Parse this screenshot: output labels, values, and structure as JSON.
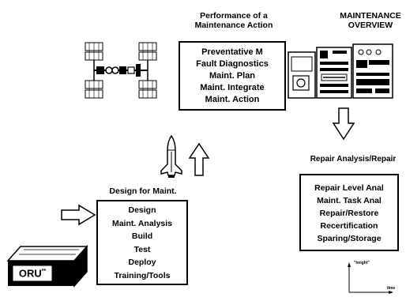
{
  "performance": {
    "title_line1": "Performance of a",
    "title_line2": "Maintenance Action",
    "items": [
      "Preventative M",
      "Fault Diagnostics",
      "Maint. Plan",
      "Maint. Integrate",
      "Maint. Action"
    ]
  },
  "overview": {
    "title_line1": "MAINTENANCE",
    "title_line2": "OVERVIEW"
  },
  "repair": {
    "title": "Repair Analysis/Repair",
    "items": [
      "Repair Level Anal",
      "Maint. Task Anal",
      "Repair/Restore",
      "Recertification",
      "Sparing/Storage"
    ]
  },
  "design": {
    "title": "Design for Maint.",
    "items": [
      "Design",
      "Maint. Analysis",
      "Build",
      "Test",
      "Deploy",
      "Training/Tools"
    ]
  },
  "oru": {
    "label": "ORU"
  },
  "axes": {
    "vertical": "\"height\"",
    "horizontal": "time"
  }
}
